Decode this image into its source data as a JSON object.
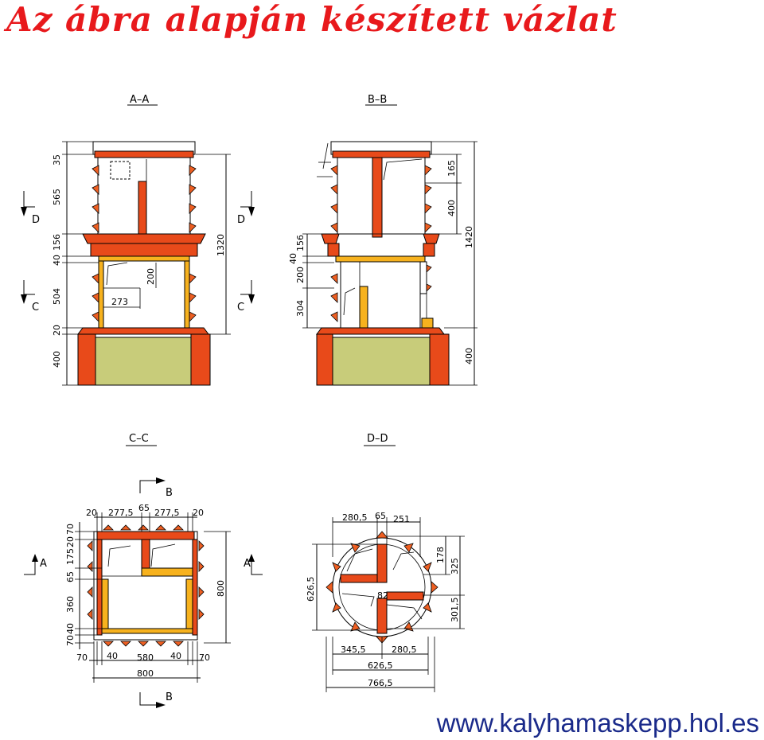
{
  "title": "Az ábra alapján készített vázlat",
  "website": "www.kalyhamaskepp.hol.es",
  "colors": {
    "title": "#e8191c",
    "firebrick": "#e84a1a",
    "insulation": "#f7b21e",
    "foundation": "#c8cc7a",
    "url": "#1a2a8a"
  },
  "sections": {
    "aa": {
      "label": "A–A",
      "dims_left": [
        "35",
        "565",
        "156",
        "40",
        "504",
        "20",
        "400"
      ],
      "dims_inner": [
        "200",
        "273"
      ],
      "dims_right": [
        "1320"
      ],
      "markers": [
        "D",
        "C",
        "D",
        "C"
      ]
    },
    "bb": {
      "label": "B–B",
      "dims_left": [
        "156",
        "40",
        "200",
        "304"
      ],
      "dims_right": [
        "165",
        "400",
        "1420",
        "400"
      ]
    },
    "cc": {
      "label": "C–C",
      "dims_top": [
        "20",
        "277,5",
        "65",
        "277,5",
        "20"
      ],
      "dims_left": [
        "70",
        "20",
        "175",
        "65",
        "360",
        "40",
        "70"
      ],
      "dims_bottom": [
        "70",
        "40",
        "580",
        "40",
        "70",
        "800"
      ],
      "dims_right": [
        "800"
      ],
      "markers": [
        "B",
        "A",
        "A",
        "B"
      ]
    },
    "dd": {
      "label": "D–D",
      "dims_top": [
        "280,5",
        "65",
        "251"
      ],
      "dims_left": [
        "626,5"
      ],
      "dims_right": [
        "178",
        "325",
        "301,5"
      ],
      "dims_inner": [
        "82"
      ],
      "dims_bottom": [
        "345,5",
        "280,5",
        "626,5",
        "766,5"
      ]
    }
  }
}
